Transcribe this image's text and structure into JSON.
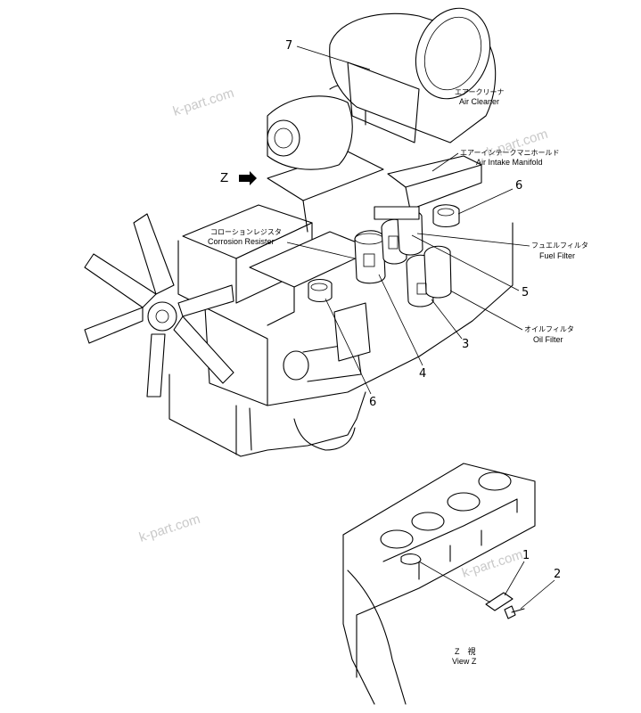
{
  "watermarks": [
    "k-part.com",
    "k-part.com",
    "k-part.com",
    "k-part.com"
  ],
  "view_marker": "Z",
  "labels": {
    "air_cleaner": {
      "number": "7",
      "jp": "エアークリーナ",
      "en": "Air Cleaner"
    },
    "air_intake_manifold": {
      "jp": "エアーインテークマニホールド",
      "en": "Air Intake Manifold"
    },
    "corrosion_resistor": {
      "jp": "コローションレジスタ",
      "en": "Corrosion Resister"
    },
    "fuel_filter": {
      "jp": "フュエルフィルタ",
      "en": "Fuel Filter"
    },
    "oil_filter": {
      "jp": "オイルフィルタ",
      "en": "Oil Filter"
    }
  },
  "callouts": {
    "c6_top": "6",
    "c5": "5",
    "c3": "3",
    "c4": "4",
    "c6_bottom": "6",
    "c1": "1",
    "c2": "2"
  },
  "view_caption": {
    "jp": "Z　視",
    "en": "View  Z"
  }
}
